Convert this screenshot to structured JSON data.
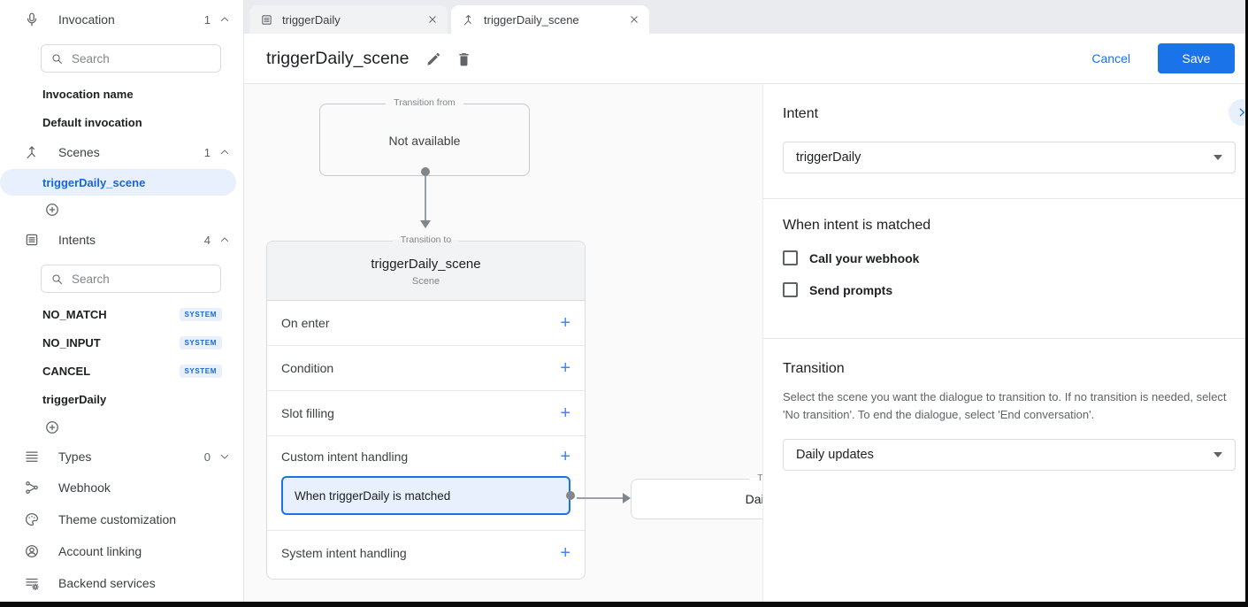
{
  "tabs": [
    {
      "label": "triggerDaily"
    },
    {
      "label": "triggerDaily_scene"
    }
  ],
  "header": {
    "title": "triggerDaily_scene",
    "cancel_label": "Cancel",
    "save_label": "Save"
  },
  "sidebar": {
    "invocation": {
      "label": "Invocation",
      "count": "1",
      "search_placeholder": "Search",
      "items": [
        "Invocation name",
        "Default invocation"
      ]
    },
    "scenes": {
      "label": "Scenes",
      "count": "1",
      "selected_item": "triggerDaily_scene"
    },
    "intents": {
      "label": "Intents",
      "count": "4",
      "search_placeholder": "Search",
      "items": [
        {
          "name": "NO_MATCH",
          "badge": "SYSTEM"
        },
        {
          "name": "NO_INPUT",
          "badge": "SYSTEM"
        },
        {
          "name": "CANCEL",
          "badge": "SYSTEM"
        },
        {
          "name": "triggerDaily"
        }
      ]
    },
    "types": {
      "label": "Types",
      "count": "0"
    },
    "links": [
      {
        "label": "Webhook"
      },
      {
        "label": "Theme customization"
      },
      {
        "label": "Account linking"
      },
      {
        "label": "Backend services"
      }
    ]
  },
  "canvas": {
    "from_box": {
      "legend": "Transition from",
      "text": "Not available"
    },
    "scene_card": {
      "legend": "Transition to",
      "title": "triggerDaily_scene",
      "subtitle": "Scene",
      "rows": [
        "On enter",
        "Condition",
        "Slot filling",
        "Custom intent handling",
        "System intent handling"
      ],
      "custom_item": "When triggerDaily is matched",
      "plus": "+"
    },
    "target_box": {
      "legend": "Transition to",
      "text": "Daily updates"
    }
  },
  "panel": {
    "intent": {
      "heading": "Intent",
      "value": "triggerDaily"
    },
    "matched": {
      "heading": "When intent is matched",
      "options": [
        {
          "label": "Call your webhook",
          "checked": false
        },
        {
          "label": "Send prompts",
          "checked": false
        }
      ]
    },
    "transition": {
      "heading": "Transition",
      "description": "Select the scene you want the dialogue to transition to. If no transition is needed, select 'No transition'. To end the dialogue, select 'End conversation'.",
      "value": "Daily updates"
    }
  },
  "colors": {
    "accent": "#1a73e8",
    "selected_bg": "#e8f0fe",
    "badge_bg": "#e8f0fe",
    "badge_text": "#1967d2"
  }
}
